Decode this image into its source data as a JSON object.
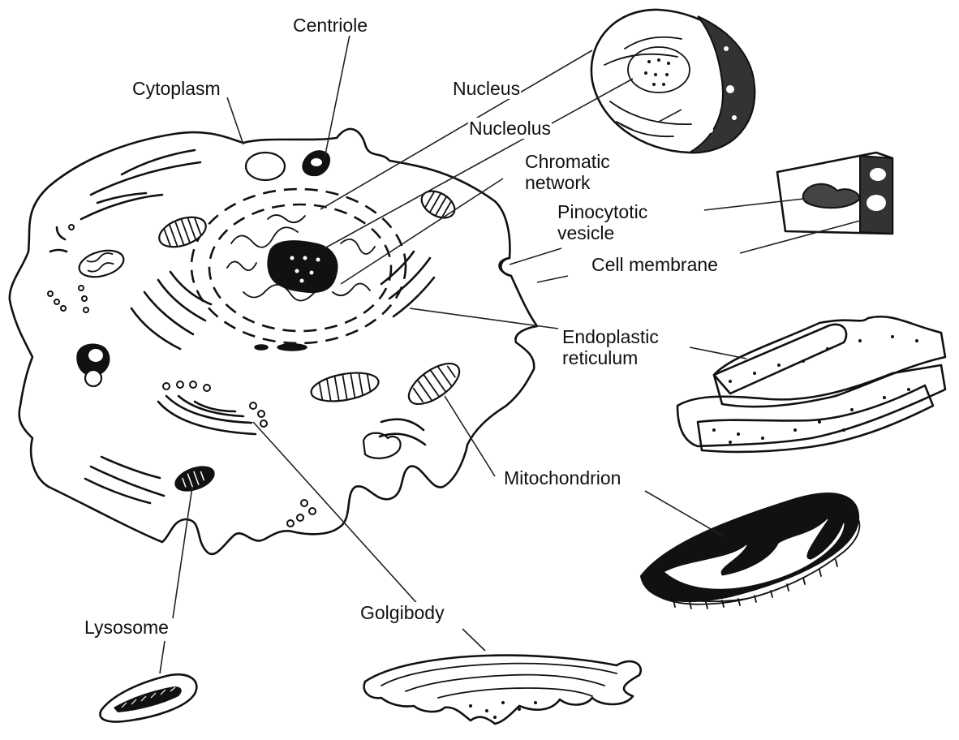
{
  "diagram": {
    "labels": {
      "centriole": "Centriole",
      "cytoplasm": "Cytoplasm",
      "nucleus": "Nucleus",
      "nucleolus": "Nucleolus",
      "chromatic_network": "Chromatic\nnetwork",
      "pinocytotic_vesicle": "Pinocytotic\nvesicle",
      "cell_membrane": "Cell membrane",
      "endoplastic_reticulum": "Endoplastic\nreticulum",
      "mitochondrion": "Mitochondrion",
      "lysosome": "Lysosome",
      "golgibody": "Golgibody"
    }
  }
}
